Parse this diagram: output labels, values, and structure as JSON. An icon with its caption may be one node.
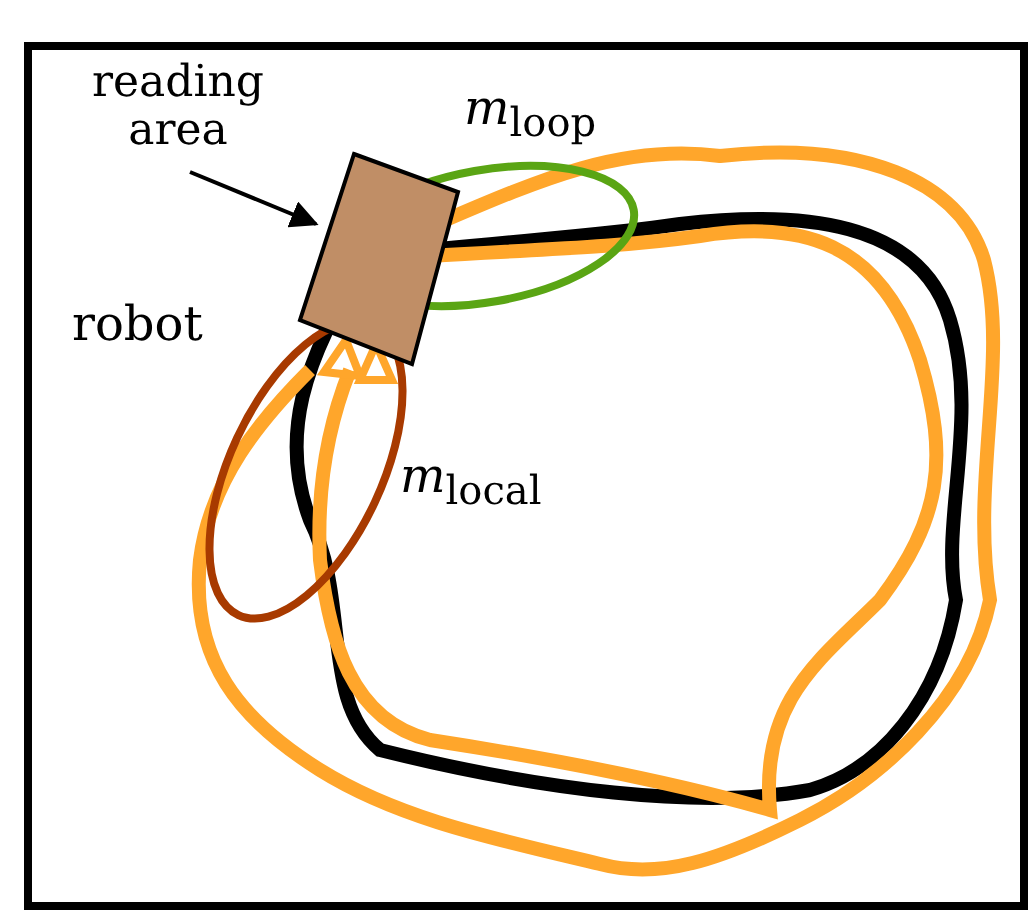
{
  "diagram": {
    "nodes": [
      {
        "text": [
          "reading area"
        ]
      },
      {
        "text": [],
        "shape": "box"
      }
    ],
    "edges": [
      {
        "from": 0,
        "to": 1,
        "arrow": "to"
      }
    ],
    "labels": [
      "*m*$_{loop}$",
      "robot",
      "*m*$_{local}$"
    ]
  }
}
